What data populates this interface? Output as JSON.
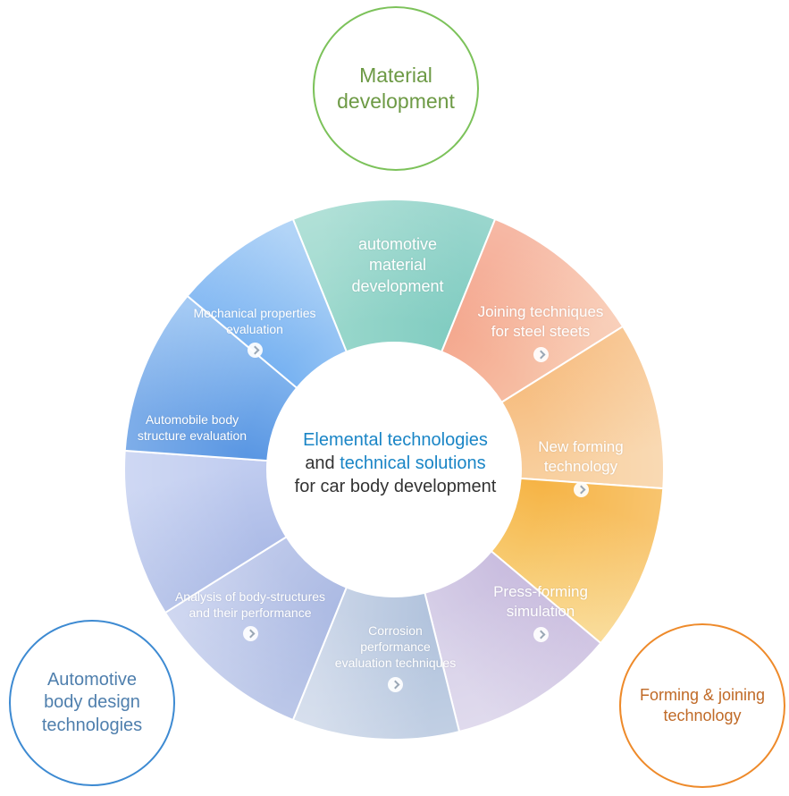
{
  "outer_circles": {
    "material": "Material\ndevelopment",
    "automotive": "Automotive\nbody design\ntechnologies",
    "forming": "Forming & joining\ntechnology"
  },
  "center": {
    "line1": "Elemental technologies",
    "line2_part1": "and ",
    "line2_part2": "technical solutions",
    "line3": "for car body development"
  },
  "segments": {
    "material": "automotive\nmaterial\ndevelopment",
    "joining": "Joining techniques\nfor steel steets",
    "new_forming": "New forming\ntechnology",
    "press_forming": "Press-forming\nsimulation",
    "corrosion": "Corrosion\nperformance\nevaluation techniques",
    "analysis": "Analysis of body-structures\nand their performance",
    "auto_body": "Automobile body\nstructure evaluation",
    "mechanical": "Mechanical properties\nevaluation"
  },
  "colors": {
    "material_green": "#7cc25a",
    "automotive_blue": "#3d8ad2",
    "forming_orange": "#ee8a2a",
    "center_blue": "#1a85c6"
  }
}
